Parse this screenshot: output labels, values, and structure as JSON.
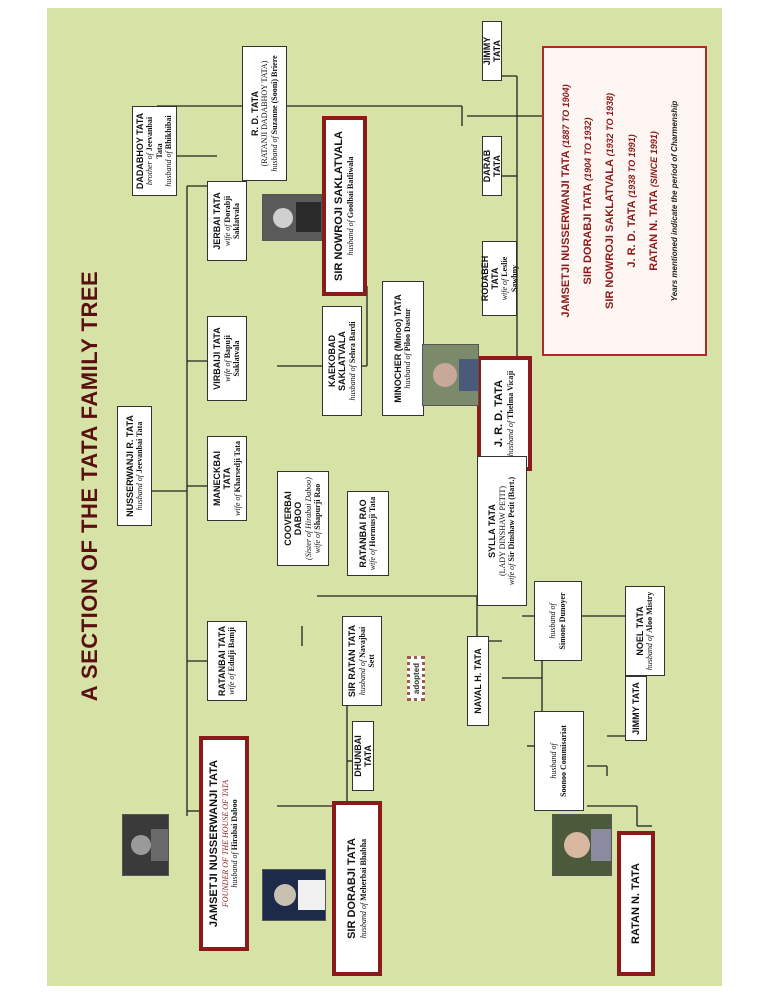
{
  "title": "A SECTION OF THE TATA FAMILY TREE",
  "people": {
    "dadabhoy": {
      "name": "DADABHOY TATA",
      "rel1": "brother of",
      "to1": "Jeevanbai Tata",
      "rel2": "husband of",
      "to2": "Bhikhibai"
    },
    "rd": {
      "name": "R. D. TATA",
      "alias": "(RATANJI DADABHOY TATA)",
      "rel": "husband of",
      "to": "Suzanne (Sooni) Briere"
    },
    "nusserwanji": {
      "name": "NUSSERWANJI R. TATA",
      "rel": "husband of",
      "to": "Jeevanbai Tata"
    },
    "jerbai": {
      "name": "JERBAI TATA",
      "rel": "wife of",
      "to": "Dorabji Saklatvala"
    },
    "virbaiji": {
      "name": "VIRBAIJI TATA",
      "rel": "wife of",
      "to": "Bapuji Saklatvala"
    },
    "maneckbai": {
      "name": "MANECKBAI TATA",
      "rel": "wife of",
      "to": "Kharsedji Tata"
    },
    "ratanbai_b": {
      "name": "RATANBAI TATA",
      "rel": "wife of",
      "to": "Edulji Bamji"
    },
    "jamsetji": {
      "name": "JAMSETJI NUSSERWANJI TATA",
      "founder": "FOUNDER OF THE HOUSE OF TATA",
      "rel": "husband of",
      "to": "Hirabai Daboo"
    },
    "nowroji": {
      "name": "SIR NOWROJI SAKLATVALA",
      "rel": "husband of",
      "to": "Goolbai Batliwala"
    },
    "kaekobad": {
      "name": "KAEKOBAD SAKLATVALA",
      "rel": "husband of",
      "to": "Sehra Bardi"
    },
    "minocher": {
      "name": "MINOCHER (Minoo) TATA",
      "rel": "husband of",
      "to": "Piloo Dastur"
    },
    "cooverbai": {
      "name": "COOVERBAI DABOO",
      "note": "(Sister of Hirabai Daboo)",
      "rel": "wife of",
      "to": "Shapurji Rao"
    },
    "ratanbai_rao": {
      "name": "RATANBAI RAO",
      "rel": "wife of",
      "to": "Hormusji Tata"
    },
    "jimmy_top": {
      "name": "JIMMY TATA"
    },
    "darab": {
      "name": "DARAB TATA"
    },
    "rodabeh": {
      "name": "RODABEH TATA",
      "rel": "wife of",
      "to": "Leslie Sawhny"
    },
    "jrd": {
      "name": "J. R. D. TATA",
      "rel": "husband of",
      "to": "Thelma Vicaji"
    },
    "sylla": {
      "name": "SYLLA TATA",
      "alias": "(LADY DINSHAW PETIT)",
      "rel": "wife of",
      "to": "Sir Dinshaw Petit (Bart.)"
    },
    "sir_ratan": {
      "name": "SIR RATAN TATA",
      "rel": "husband of",
      "to": "Navajbai Sett"
    },
    "dhunbai": {
      "name": "DHUNBAI TATA"
    },
    "sir_dorabji": {
      "name": "SIR DORABJI TATA",
      "rel": "husband of",
      "to": "Meherbai Bhabha"
    },
    "naval": {
      "name": "NAVAL H. TATA"
    },
    "simone": {
      "rel": "husband of",
      "to": "Simone Dunoyer"
    },
    "noel": {
      "name": "NOEL TATA",
      "rel": "husband of",
      "to": "Aloo Mistry"
    },
    "sonoo": {
      "rel": "husband of",
      "to": "Soonoo Commisariat"
    },
    "jimmy_low": {
      "name": "JIMMY TATA"
    },
    "ratan_n": {
      "name": "RATAN N. TATA"
    }
  },
  "adopted_label": "adopted",
  "legend": {
    "items": [
      {
        "name": "JAMSETJI NUSSERWANJI TATA",
        "years": "(1887 TO 1904)"
      },
      {
        "name": "SIR DORABJI TATA",
        "years": "(1904 TO 1932)"
      },
      {
        "name": "SIR NOWROJI SAKLATVALA",
        "years": "(1932 TO 1938)"
      },
      {
        "name": "J. R. D. TATA",
        "years": "(1938 TO 1991)"
      },
      {
        "name": "RATAN N. TATA",
        "years": "(SINCE 1991)"
      }
    ],
    "note": "Years mentioned indicate the period of Charmenship"
  },
  "colors": {
    "background": "#d6e2a6",
    "highlight_border": "#8b1a1a",
    "title": "#5a1010",
    "legend_border": "#b02a2a"
  }
}
